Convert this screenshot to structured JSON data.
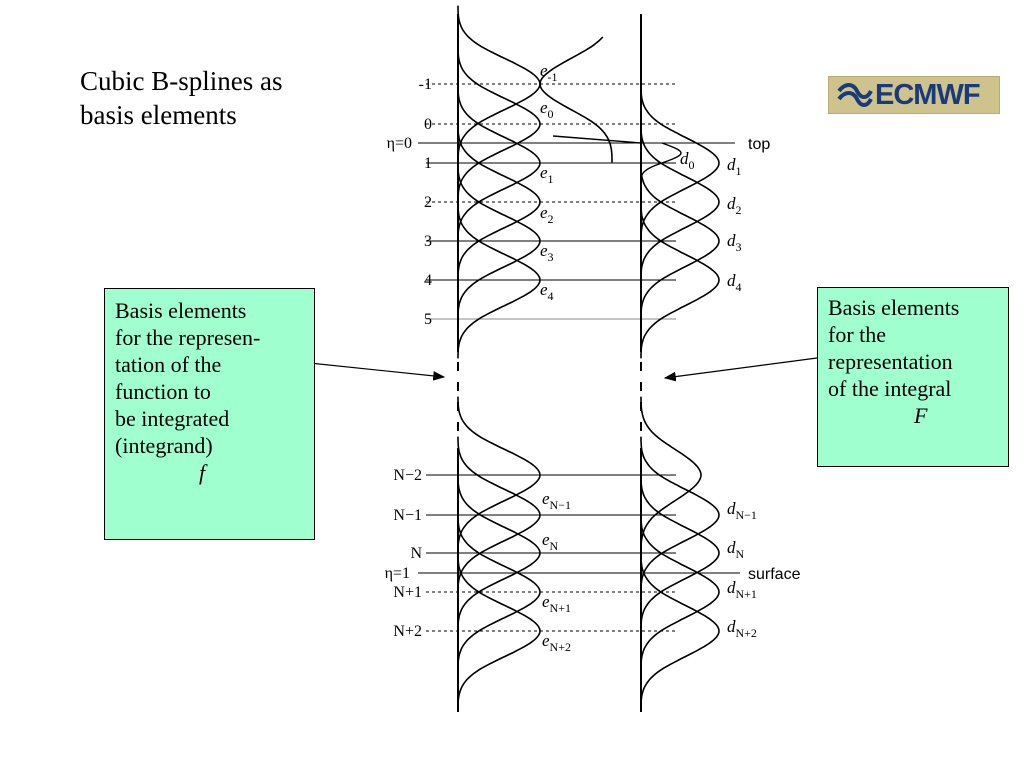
{
  "slide": {
    "title_lines": [
      "Cubic B-splines as",
      "basis elements"
    ],
    "logo_text": "ECMWF",
    "logo_icon": "ecmwf-wave-icon"
  },
  "left_box": {
    "lines": [
      "Basis elements",
      "for the represen-",
      "tation of the",
      "function to",
      "be integrated",
      "(integrand)"
    ],
    "symbol": "f"
  },
  "right_box": {
    "lines": [
      "Basis elements",
      "for the",
      "representation",
      "of the integral"
    ],
    "symbol": "F"
  },
  "diagram": {
    "top_levels": [
      "-1",
      "0",
      "η=0",
      "1",
      "2",
      "3",
      "4",
      "5"
    ],
    "bottom_levels": [
      "N−2",
      "N−1",
      "N",
      "η=1",
      "N+1",
      "N+2"
    ],
    "top_label": "top",
    "surface_label": "surface",
    "e_labels": [
      {
        "base": "e",
        "sub": "-1"
      },
      {
        "base": "e",
        "sub": "0"
      },
      {
        "base": "e",
        "sub": "1"
      },
      {
        "base": "e",
        "sub": "2"
      },
      {
        "base": "e",
        "sub": "3"
      },
      {
        "base": "e",
        "sub": "4"
      },
      {
        "base": "e",
        "sub": "N−1"
      },
      {
        "base": "e",
        "sub": "N"
      },
      {
        "base": "e",
        "sub": "N+1"
      },
      {
        "base": "e",
        "sub": "N+2"
      }
    ],
    "d_labels": [
      {
        "base": "d",
        "sub": "0"
      },
      {
        "base": "d",
        "sub": "1"
      },
      {
        "base": "d",
        "sub": "2"
      },
      {
        "base": "d",
        "sub": "3"
      },
      {
        "base": "d",
        "sub": "4"
      },
      {
        "base": "d",
        "sub": "N−1"
      },
      {
        "base": "d",
        "sub": "N"
      },
      {
        "base": "d",
        "sub": "N+1"
      },
      {
        "base": "d",
        "sub": "N+2"
      }
    ]
  }
}
